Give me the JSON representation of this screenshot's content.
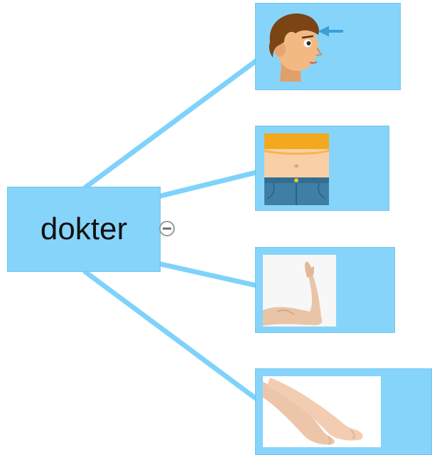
{
  "mindmap": {
    "root": {
      "label": "dokter",
      "collapse_icon": "minus-circle-icon"
    },
    "children": [
      {
        "image": "head-face-icon"
      },
      {
        "image": "belly-icon"
      },
      {
        "image": "arm-photo"
      },
      {
        "image": "legs-feet-photo"
      }
    ]
  },
  "colors": {
    "node_fill": "#87d4fb",
    "connector": "#7fd2fa"
  }
}
